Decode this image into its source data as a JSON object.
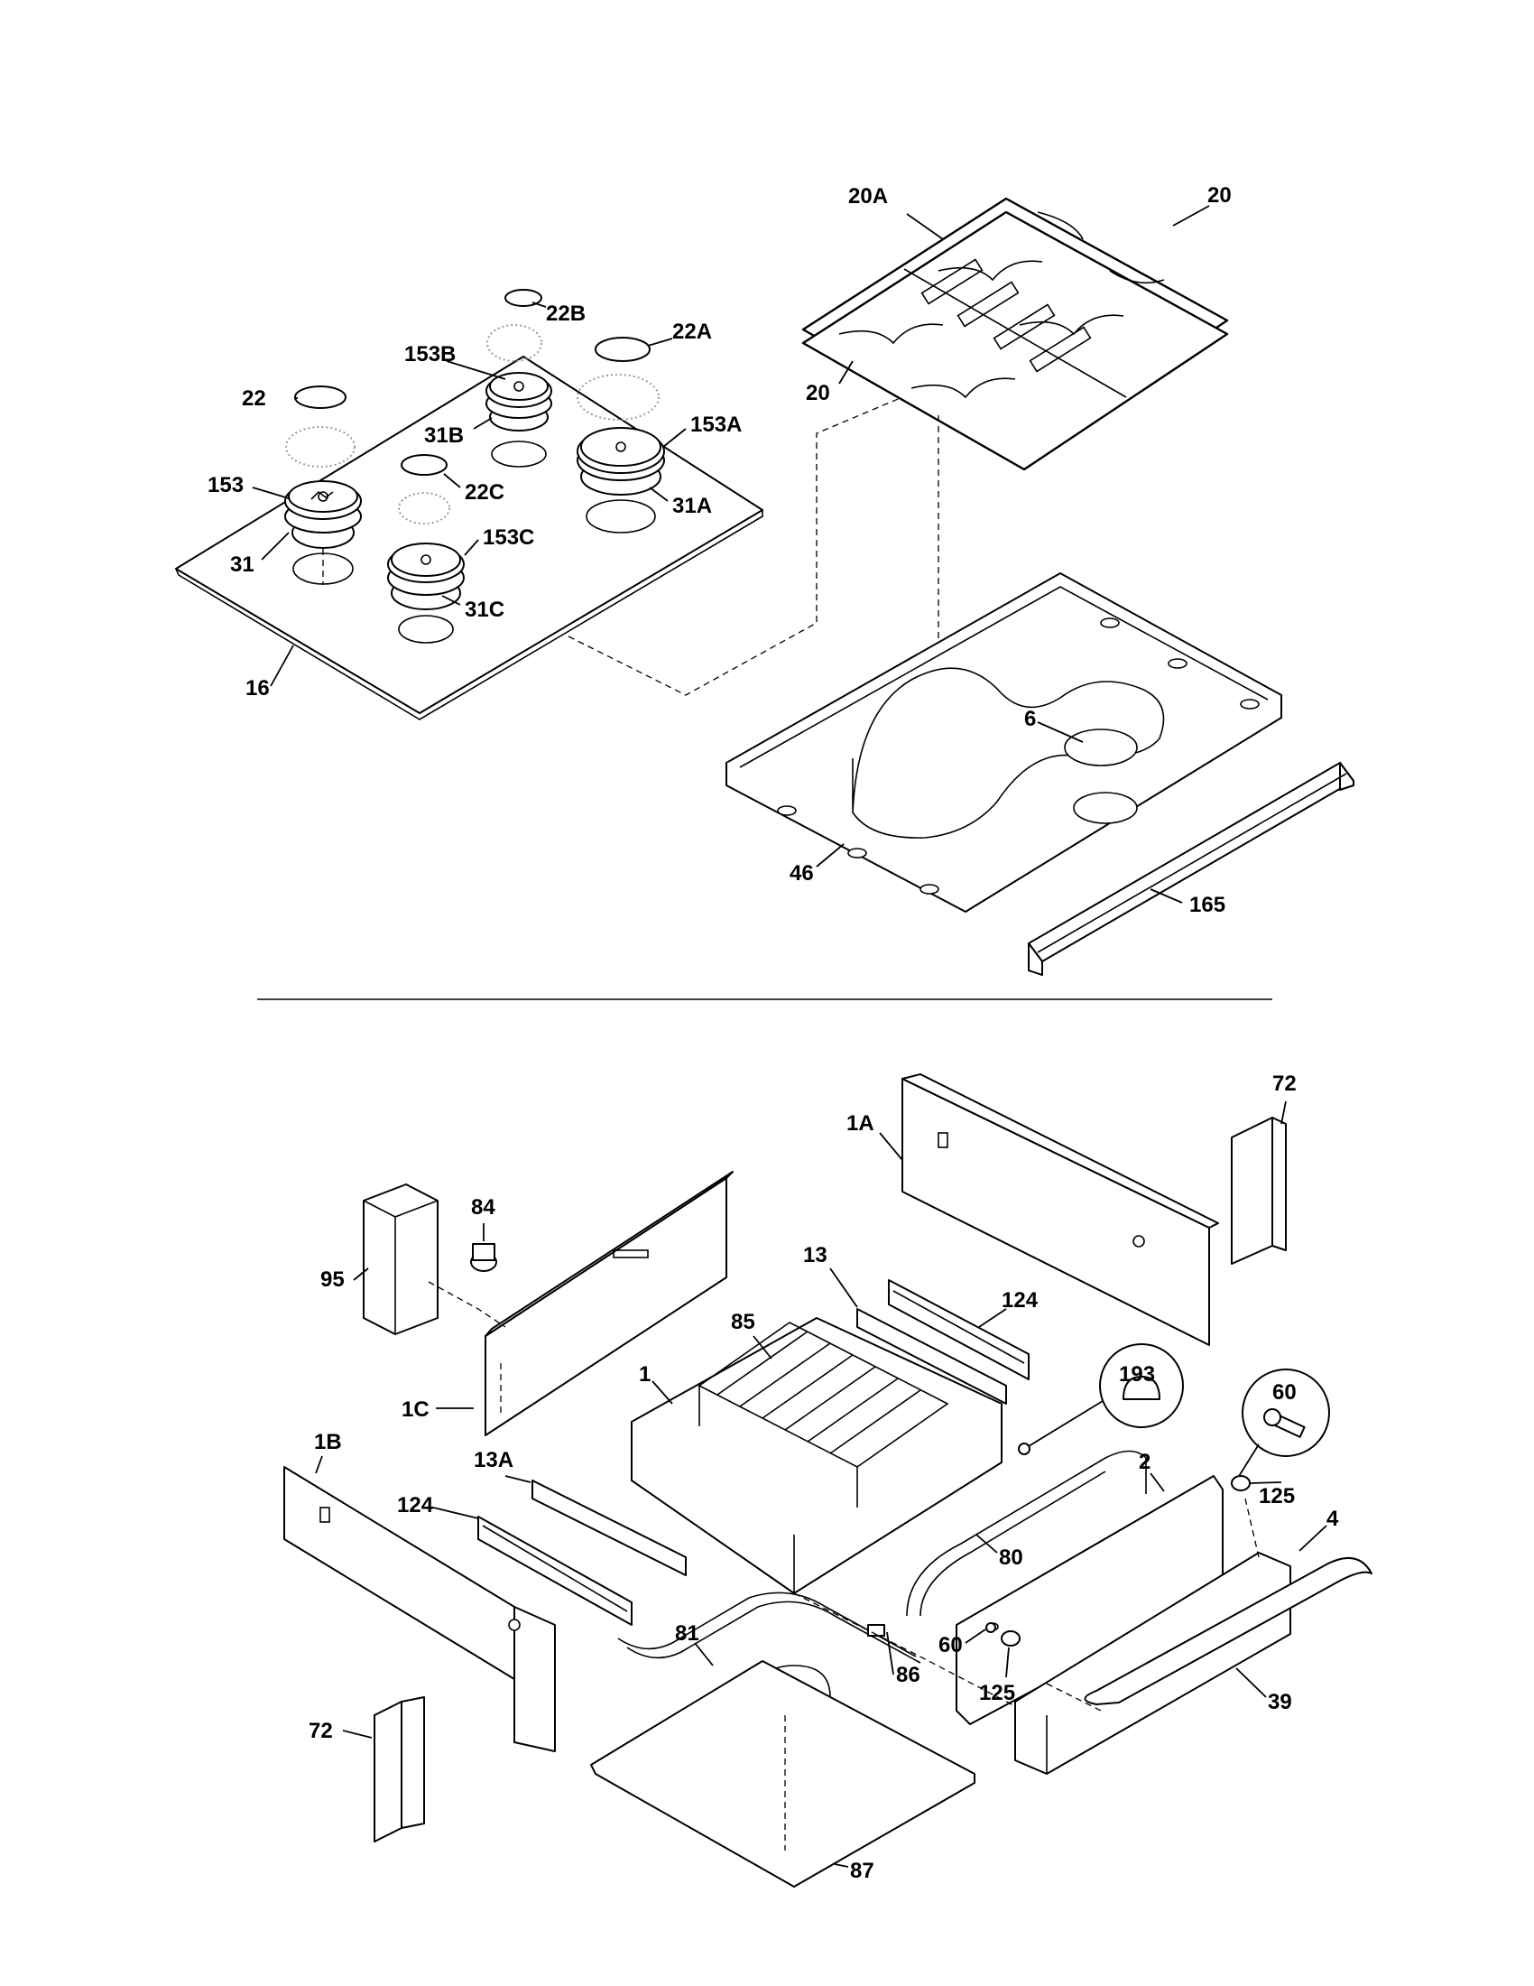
{
  "top_section": {
    "labels": [
      "20A",
      "20",
      "20",
      "22B",
      "22A",
      "153B",
      "22",
      "31B",
      "153A",
      "22C",
      "153",
      "31A",
      "31",
      "153C",
      "31C",
      "16",
      "6",
      "46",
      "165"
    ]
  },
  "bottom_section": {
    "labels": [
      "72",
      "1A",
      "84",
      "95",
      "13",
      "124",
      "85",
      "1",
      "1C",
      "193",
      "60",
      "1B",
      "13A",
      "2",
      "125",
      "4",
      "124",
      "80",
      "81",
      "60",
      "86",
      "125",
      "39",
      "72",
      "87"
    ]
  }
}
